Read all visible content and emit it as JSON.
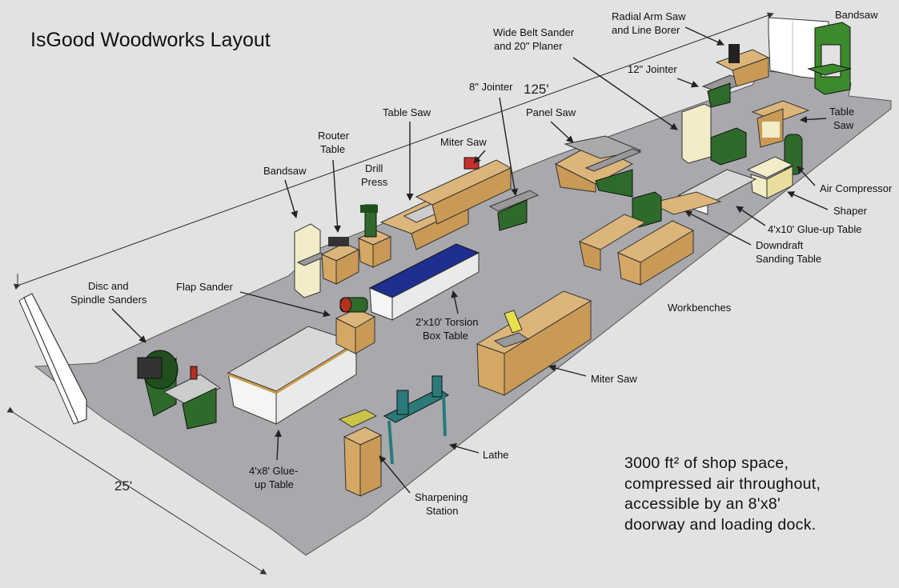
{
  "title": "IsGood Woodworks Layout",
  "dimensions": {
    "length": "125'",
    "width": "25'"
  },
  "description_lines": [
    "3000 ft² of shop space,",
    "compressed air throughout,",
    "accessible by an 8'x8'",
    "doorway and loading dock."
  ],
  "labels": {
    "disc_spindle": [
      "Disc and",
      "Spindle Sanders"
    ],
    "flap_sander": [
      "Flap Sander"
    ],
    "bandsaw_left": [
      "Bandsaw"
    ],
    "router_table": [
      "Router",
      "Table"
    ],
    "drill_press": [
      "Drill",
      "Press"
    ],
    "table_saw_left": [
      "Table Saw"
    ],
    "miter_saw_top": [
      "Miter Saw"
    ],
    "jointer_8": [
      "8\" Jointer"
    ],
    "panel_saw": [
      "Panel Saw"
    ],
    "wide_belt": [
      "Wide Belt Sander",
      "and 20\" Planer"
    ],
    "radial_arm": [
      "Radial Arm Saw",
      "and Line Borer"
    ],
    "bandsaw_right": [
      "Bandsaw"
    ],
    "jointer_12": [
      "12\" Jointer"
    ],
    "table_saw_right": [
      "Table",
      "Saw"
    ],
    "air_compressor": [
      "Air Compressor"
    ],
    "shaper": [
      "Shaper"
    ],
    "glue_up_4x10": [
      "4'x10' Glue-up Table"
    ],
    "downdraft": [
      "Downdraft",
      "Sanding Table"
    ],
    "workbenches": [
      "Workbenches"
    ],
    "torsion_box": [
      "2'x10' Torsion",
      "Box Table"
    ],
    "miter_saw_bottom": [
      "Miter Saw"
    ],
    "lathe": [
      "Lathe"
    ],
    "sharpening": [
      "Sharpening",
      "Station"
    ],
    "glue_up_4x8": [
      "4'x8' Glue-",
      "up Table"
    ]
  },
  "colors": {
    "background": "#e2e2e2",
    "floor": "#a9a9ad",
    "machine_green": "#2e6b2a",
    "wood": "#dcb57a",
    "torsion_top": "#1f2f8f",
    "cream": "#f2ecc8"
  }
}
